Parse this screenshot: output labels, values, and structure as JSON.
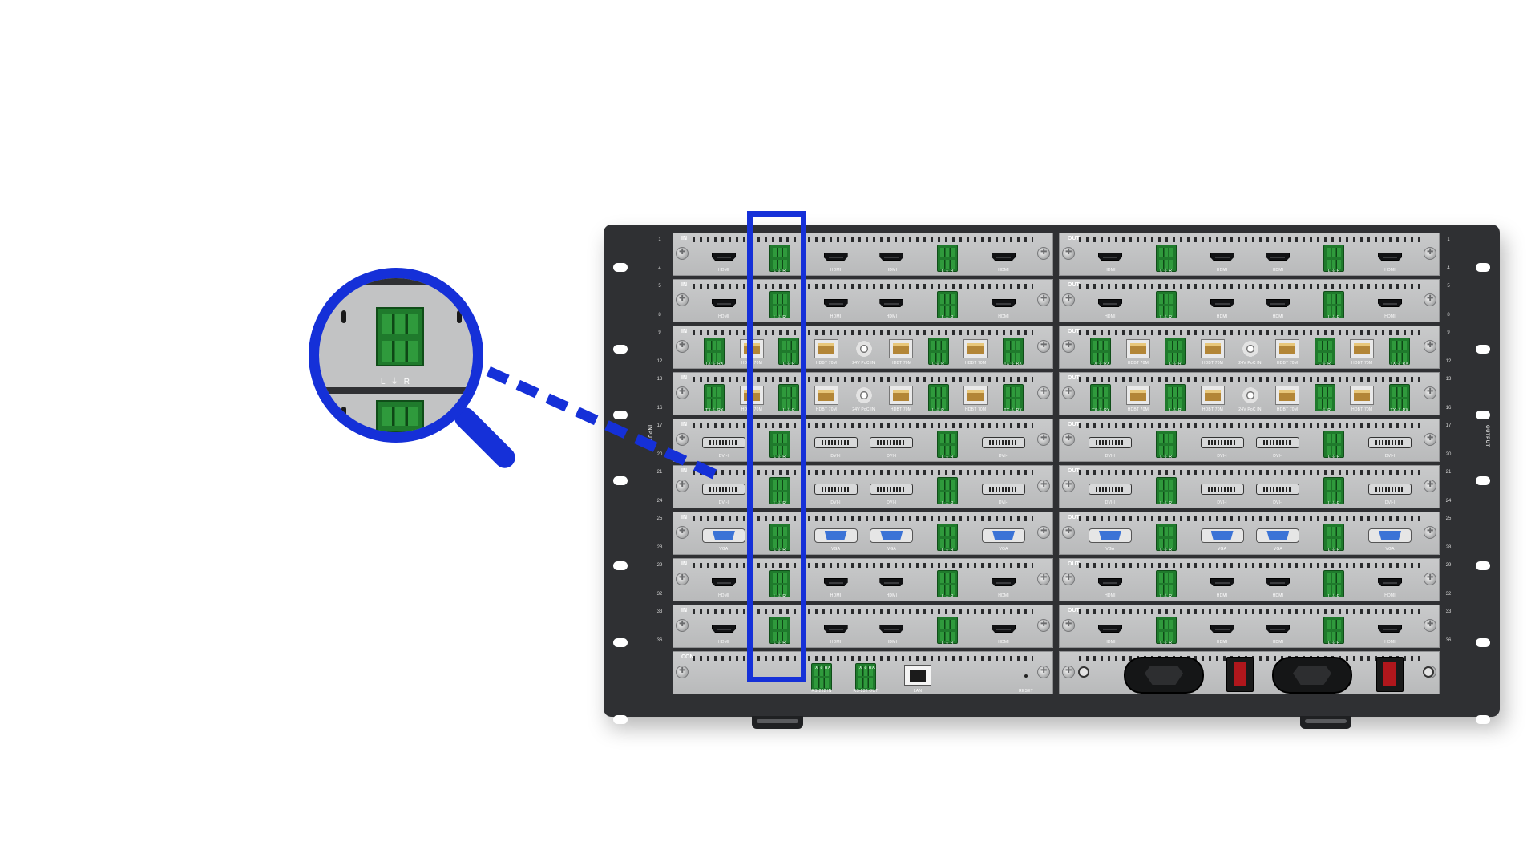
{
  "labels": {
    "in": "IN",
    "out": "OUT",
    "con": "CON",
    "input_side": "INPUT",
    "output_side": "OUTPUT",
    "lens_caption": "L ⏚ R"
  },
  "row_numbers": {
    "left": [
      "1",
      "4",
      "5",
      "8",
      "9",
      "12",
      "13",
      "16",
      "17",
      "20",
      "21",
      "24",
      "25",
      "28",
      "29",
      "32",
      "33",
      "36"
    ],
    "right": [
      "1",
      "4",
      "5",
      "8",
      "9",
      "12",
      "13",
      "16",
      "17",
      "20",
      "21",
      "24",
      "25",
      "28",
      "29",
      "32",
      "33",
      "36"
    ]
  },
  "rows": [
    {
      "in_tag": "IN",
      "out_tag": "OUT",
      "in_ports": [
        [
          "hdmi",
          "HDMI"
        ],
        [
          "term",
          "L ⏚ R"
        ],
        [
          "hdmi",
          "HDMI"
        ],
        [
          "hdmi",
          "HDMI"
        ],
        [
          "term",
          "L ⏚ R"
        ],
        [
          "hdmi",
          "HDMI"
        ]
      ],
      "out_ports": [
        [
          "hdmi",
          "HDMI"
        ],
        [
          "term",
          "L ⏚ R"
        ],
        [
          "hdmi",
          "HDMI"
        ],
        [
          "hdmi",
          "HDMI"
        ],
        [
          "term",
          "L ⏚ R"
        ],
        [
          "hdmi",
          "HDMI"
        ]
      ]
    },
    {
      "in_tag": "IN",
      "out_tag": "OUT",
      "in_ports": [
        [
          "hdmi",
          "HDMI"
        ],
        [
          "term",
          "L ⏚ R"
        ],
        [
          "hdmi",
          "HDMI"
        ],
        [
          "hdmi",
          "HDMI"
        ],
        [
          "term",
          "L ⏚ R"
        ],
        [
          "hdmi",
          "HDMI"
        ]
      ],
      "out_ports": [
        [
          "hdmi",
          "HDMI"
        ],
        [
          "term",
          "L ⏚ R"
        ],
        [
          "hdmi",
          "HDMI"
        ],
        [
          "hdmi",
          "HDMI"
        ],
        [
          "term",
          "L ⏚ R"
        ],
        [
          "hdmi",
          "HDMI"
        ]
      ]
    },
    {
      "in_tag": "IN",
      "out_tag": "OUT",
      "in_ports": [
        [
          "term",
          "TX ⏚ RX"
        ],
        [
          "rj",
          "HDBT 70M"
        ],
        [
          "term",
          "L ⏚ R"
        ],
        [
          "rj",
          "HDBT 70M"
        ],
        [
          "bnc",
          "24V PoC IN"
        ],
        [
          "rj",
          "HDBT 70M"
        ],
        [
          "term",
          "L ⏚ R"
        ],
        [
          "rj",
          "HDBT 70M"
        ],
        [
          "term",
          "TX ⏚ RX"
        ]
      ],
      "out_ports": [
        [
          "term",
          "TX ⏚ RX"
        ],
        [
          "rj",
          "HDBT 70M"
        ],
        [
          "term",
          "L ⏚ R"
        ],
        [
          "rj",
          "HDBT 70M"
        ],
        [
          "bnc",
          "24V PoC IN"
        ],
        [
          "rj",
          "HDBT 70M"
        ],
        [
          "term",
          "L ⏚ R"
        ],
        [
          "rj",
          "HDBT 70M"
        ],
        [
          "term",
          "TX ⏚ RX"
        ]
      ]
    },
    {
      "in_tag": "IN",
      "out_tag": "OUT",
      "in_ports": [
        [
          "term",
          "TX ⏚ RX"
        ],
        [
          "rj",
          "HDBT 70M"
        ],
        [
          "term",
          "L ⏚ R"
        ],
        [
          "rj",
          "HDBT 70M"
        ],
        [
          "bnc",
          "24V PoC IN"
        ],
        [
          "rj",
          "HDBT 70M"
        ],
        [
          "term",
          "L ⏚ R"
        ],
        [
          "rj",
          "HDBT 70M"
        ],
        [
          "term",
          "TX ⏚ RX"
        ]
      ],
      "out_ports": [
        [
          "term",
          "TX ⏚ RX"
        ],
        [
          "rj",
          "HDBT 70M"
        ],
        [
          "term",
          "L ⏚ R"
        ],
        [
          "rj",
          "HDBT 70M"
        ],
        [
          "bnc",
          "24V PoC IN"
        ],
        [
          "rj",
          "HDBT 70M"
        ],
        [
          "term",
          "L ⏚ R"
        ],
        [
          "rj",
          "HDBT 70M"
        ],
        [
          "term",
          "TX ⏚ RX"
        ]
      ]
    },
    {
      "in_tag": "IN",
      "out_tag": "OUT",
      "in_ports": [
        [
          "dvi",
          "DVI-I"
        ],
        [
          "term",
          "L ⏚ R"
        ],
        [
          "dvi",
          "DVI-I"
        ],
        [
          "dvi",
          "DVI-I"
        ],
        [
          "term",
          "L ⏚ R"
        ],
        [
          "dvi",
          "DVI-I"
        ]
      ],
      "out_ports": [
        [
          "dvi",
          "DVI-I"
        ],
        [
          "term",
          "L ⏚ R"
        ],
        [
          "dvi",
          "DVI-I"
        ],
        [
          "dvi",
          "DVI-I"
        ],
        [
          "term",
          "L ⏚ R"
        ],
        [
          "dvi",
          "DVI-I"
        ]
      ]
    },
    {
      "in_tag": "IN",
      "out_tag": "OUT",
      "in_ports": [
        [
          "dvi",
          "DVI-I"
        ],
        [
          "term",
          "L ⏚ R"
        ],
        [
          "dvi",
          "DVI-I"
        ],
        [
          "dvi",
          "DVI-I"
        ],
        [
          "term",
          "L ⏚ R"
        ],
        [
          "dvi",
          "DVI-I"
        ]
      ],
      "out_ports": [
        [
          "dvi",
          "DVI-I"
        ],
        [
          "term",
          "L ⏚ R"
        ],
        [
          "dvi",
          "DVI-I"
        ],
        [
          "dvi",
          "DVI-I"
        ],
        [
          "term",
          "L ⏚ R"
        ],
        [
          "dvi",
          "DVI-I"
        ]
      ]
    },
    {
      "in_tag": "IN",
      "out_tag": "OUT",
      "in_ports": [
        [
          "vga",
          "VGA"
        ],
        [
          "term",
          "L ⏚ R"
        ],
        [
          "vga",
          "VGA"
        ],
        [
          "vga",
          "VGA"
        ],
        [
          "term",
          "L ⏚ R"
        ],
        [
          "vga",
          "VGA"
        ]
      ],
      "out_ports": [
        [
          "vga",
          "VGA"
        ],
        [
          "term",
          "L ⏚ R"
        ],
        [
          "vga",
          "VGA"
        ],
        [
          "vga",
          "VGA"
        ],
        [
          "term",
          "L ⏚ R"
        ],
        [
          "vga",
          "VGA"
        ]
      ]
    },
    {
      "in_tag": "IN",
      "out_tag": "OUT",
      "in_ports": [
        [
          "hdmi",
          "HDMI"
        ],
        [
          "term",
          "L ⏚ R"
        ],
        [
          "hdmi",
          "HDMI"
        ],
        [
          "hdmi",
          "HDMI"
        ],
        [
          "term",
          "L ⏚ R"
        ],
        [
          "hdmi",
          "HDMI"
        ]
      ],
      "out_ports": [
        [
          "hdmi",
          "HDMI"
        ],
        [
          "term",
          "L ⏚ R"
        ],
        [
          "hdmi",
          "HDMI"
        ],
        [
          "hdmi",
          "HDMI"
        ],
        [
          "term",
          "L ⏚ R"
        ],
        [
          "hdmi",
          "HDMI"
        ]
      ]
    },
    {
      "in_tag": "IN",
      "out_tag": "OUT",
      "in_ports": [
        [
          "hdmi",
          "HDMI"
        ],
        [
          "term",
          "L ⏚ R"
        ],
        [
          "hdmi",
          "HDMI"
        ],
        [
          "hdmi",
          "HDMI"
        ],
        [
          "term",
          "L ⏚ R"
        ],
        [
          "hdmi",
          "HDMI"
        ]
      ],
      "out_ports": [
        [
          "hdmi",
          "HDMI"
        ],
        [
          "term",
          "L ⏚ R"
        ],
        [
          "hdmi",
          "HDMI"
        ],
        [
          "hdmi",
          "HDMI"
        ],
        [
          "term",
          "L ⏚ R"
        ],
        [
          "hdmi",
          "HDMI"
        ]
      ]
    }
  ],
  "control": {
    "tag": "CON",
    "ports": [
      [
        "term",
        "TX ⏚ RX",
        "RS-232 IN"
      ],
      [
        "term",
        "TX ⏚ RX",
        "RS-232 OUT"
      ],
      [
        "lan",
        "",
        "LAN"
      ],
      [
        "dot",
        "",
        "RESET"
      ]
    ]
  },
  "power_panel": {
    "items": [
      [
        "ground",
        ""
      ],
      [
        "power",
        ""
      ],
      [
        "switch",
        ""
      ],
      [
        "power",
        ""
      ],
      [
        "switch",
        ""
      ],
      [
        "ground",
        ""
      ]
    ]
  },
  "colors": {
    "accent": "#1530d8",
    "chassis": "#2f3033",
    "card": "#c2c3c4",
    "terminal_green": "#1f7a2c",
    "vga_blue": "#3b73d6",
    "hdbt_copper": "#b38637",
    "switch_red": "#b1171c"
  },
  "icons": {
    "magnifier": "magnifier-icon",
    "highlight": "highlight-frame",
    "pointer": "dashed-pointer-line"
  }
}
